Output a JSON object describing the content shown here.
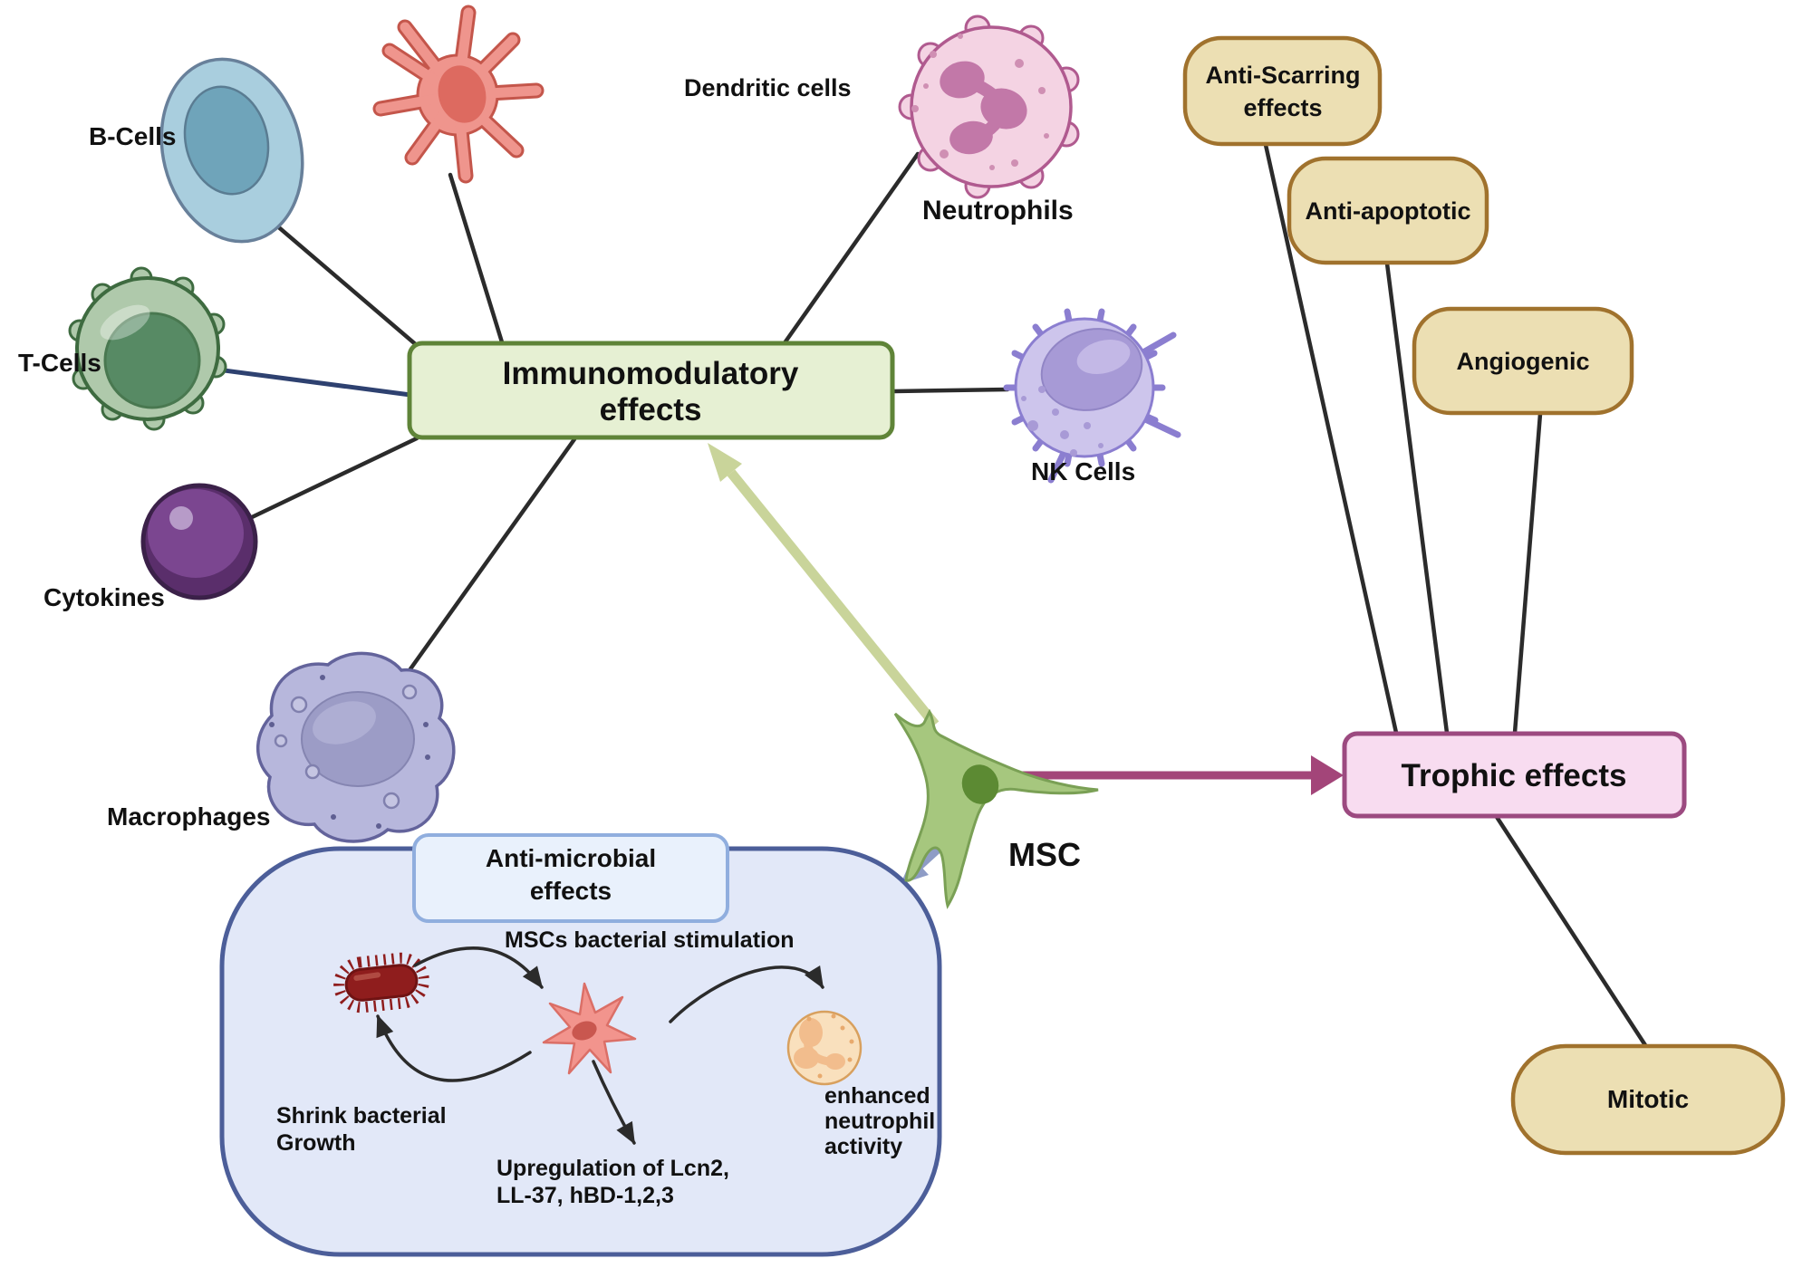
{
  "figure": {
    "subject": "Mesenchymal stem cell (MSC) effects diagram",
    "background": "#ffffff"
  },
  "colors": {
    "immuno_box_fill": "#e6f0d3",
    "immuno_box_border": "#5f8438",
    "trophic_box_fill": "#f8dcf0",
    "trophic_box_border": "#9c4a80",
    "effect_pill_fill": "#ecdfb3",
    "effect_pill_border": "#a0722d",
    "antimicrobial_container_fill": "#e2e8f8",
    "antimicrobial_container_border": "#4c5e99",
    "antimicrobial_box_fill": "#e9f1fc",
    "antimicrobial_box_border": "#90aede",
    "connector_black": "#2b2b2b",
    "connector_navy": "#2e4170",
    "arrow_green": "#c9d49a",
    "arrow_blue_gray": "#8e9cc6",
    "arrow_magenta": "#a34579"
  },
  "nodes": {
    "immuno": {
      "line1": "Immunomodulatory",
      "line2": "effects"
    },
    "trophic": {
      "label": "Trophic effects"
    },
    "antimicrobial_title": {
      "line1": "Anti-microbial",
      "line2": "effects"
    },
    "anti_scarring": {
      "line1": "Anti-Scarring",
      "line2": "effects"
    },
    "anti_apoptotic": {
      "label": "Anti-apoptotic"
    },
    "angiogenic": {
      "label": "Angiogenic"
    },
    "mitotic": {
      "label": "Mitotic"
    },
    "msc": {
      "label": "MSC"
    }
  },
  "cells": {
    "b_cells": {
      "label": "B-Cells"
    },
    "t_cells": {
      "label": "T-Cells"
    },
    "cytokines": {
      "label": "Cytokines"
    },
    "macrophages": {
      "label": "Macrophages"
    },
    "dendritic": {
      "label": "Dendritic cells"
    },
    "neutrophils": {
      "label": "Neutrophils"
    },
    "nk": {
      "label": "NK Cells"
    }
  },
  "antimicrobial": {
    "stimulation": "MSCs bacterial stimulation",
    "shrink": {
      "line1": "Shrink bacterial",
      "line2": "Growth"
    },
    "upregulation": {
      "line1": "Upregulation of Lcn2,",
      "line2": "LL-37, hBD-1,2,3"
    },
    "enhanced": {
      "line1": "enhanced",
      "line2": "neutrophil",
      "line3": "activity"
    }
  }
}
